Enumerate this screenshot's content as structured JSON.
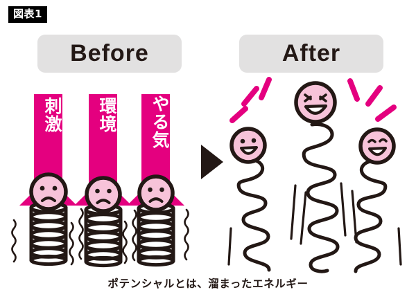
{
  "figure": {
    "tag": "図表1",
    "caption": "ポテンシャルとは、溜まったエネルギー"
  },
  "colors": {
    "pink": "#E4007F",
    "face_fill": "#F7C3D9",
    "outline": "#231815",
    "pill_bg": "#E2E1E1",
    "text_dark": "#231815",
    "white": "#FFFFFF"
  },
  "panels": {
    "before": {
      "header": "Before",
      "arrows": [
        {
          "label": "刺激"
        },
        {
          "label": "環境"
        },
        {
          "label": "やる気"
        }
      ],
      "figures": [
        {
          "mood": "sad",
          "spring": "compressed"
        },
        {
          "mood": "sad",
          "spring": "compressed"
        },
        {
          "mood": "sad",
          "spring": "compressed"
        }
      ]
    },
    "after": {
      "header": "After",
      "figures": [
        {
          "mood": "happy",
          "spring": "extended"
        },
        {
          "mood": "happy-squint",
          "spring": "extended"
        },
        {
          "mood": "happy",
          "spring": "extended"
        }
      ]
    }
  },
  "divider": {
    "icon": "play-triangle-right"
  }
}
